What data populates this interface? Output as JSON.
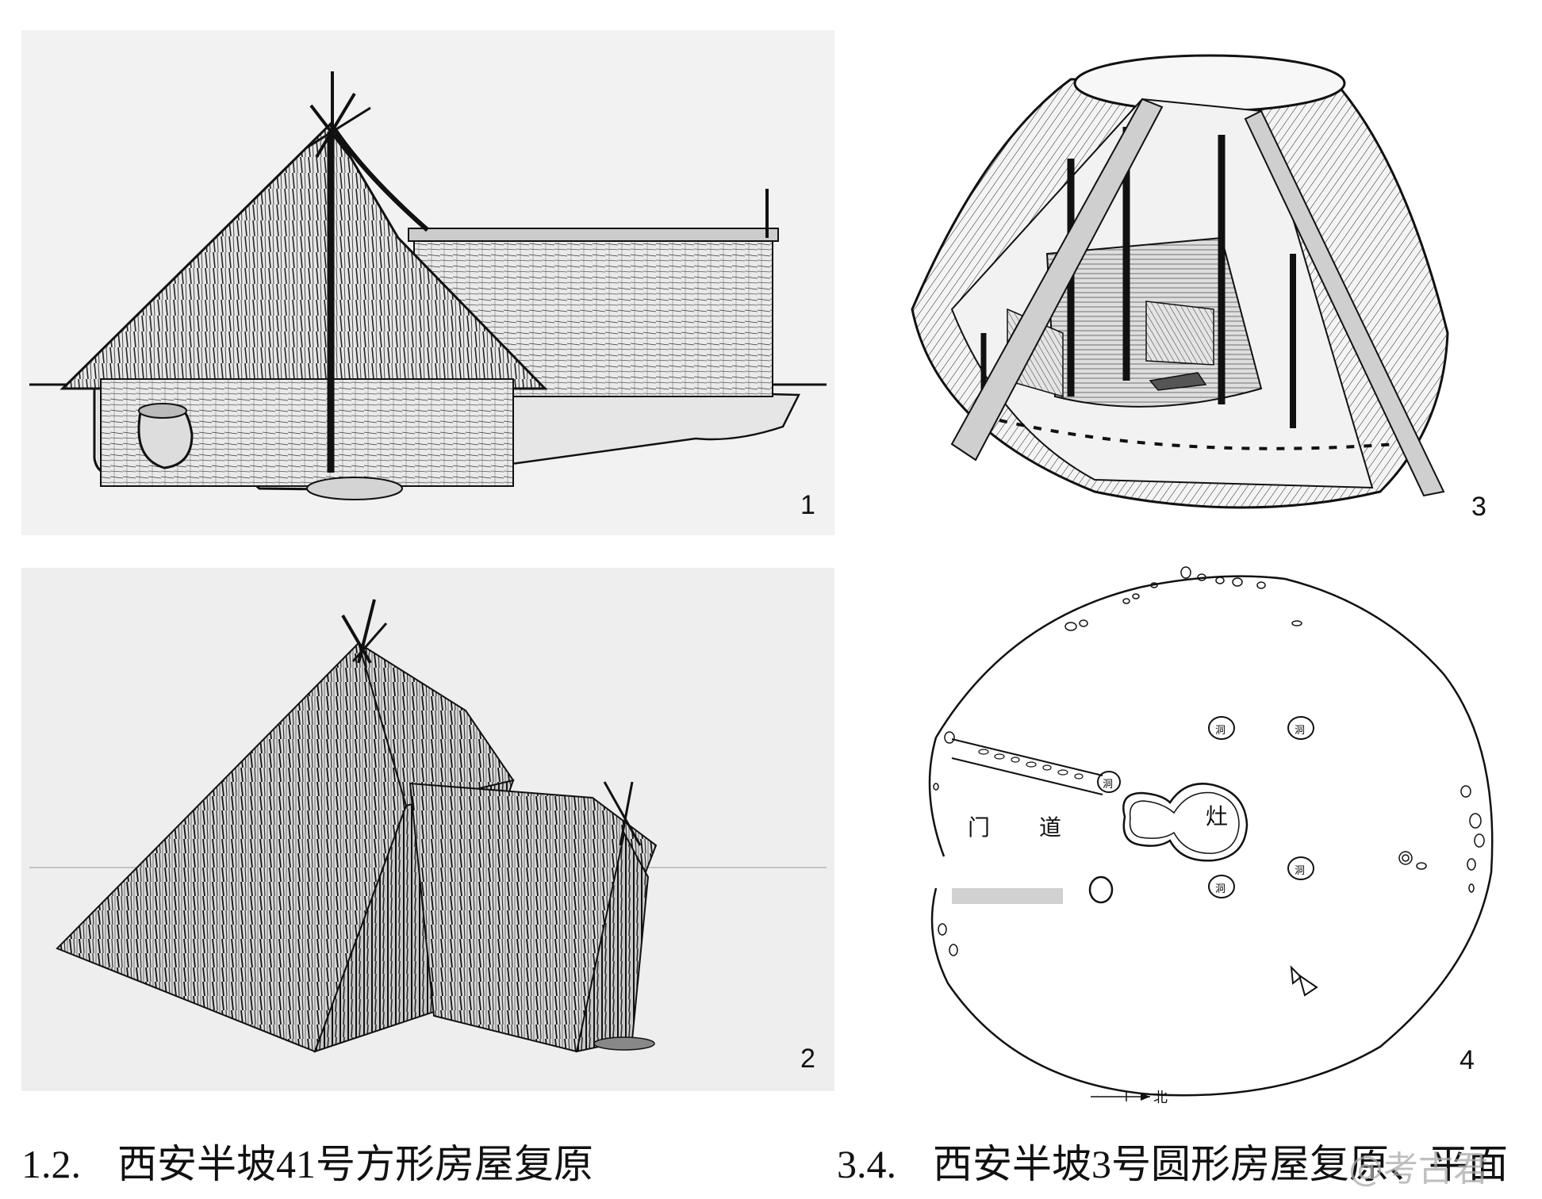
{
  "figures": {
    "fig1_label": "1",
    "fig2_label": "2",
    "fig3_label": "3",
    "fig4_label": "4"
  },
  "plan": {
    "door_passage_char1": "门",
    "door_passage_char2": "道",
    "hearth": "灶",
    "hole": "洞",
    "north_arrow": "北"
  },
  "captions": {
    "left_number": "1.2.",
    "left_text": "西安半坡41号方形房屋复原",
    "right_number": "3.4.",
    "right_text": "西安半坡3号圆形房屋复原、平面"
  },
  "watermark": {
    "text": "@考古君"
  }
}
